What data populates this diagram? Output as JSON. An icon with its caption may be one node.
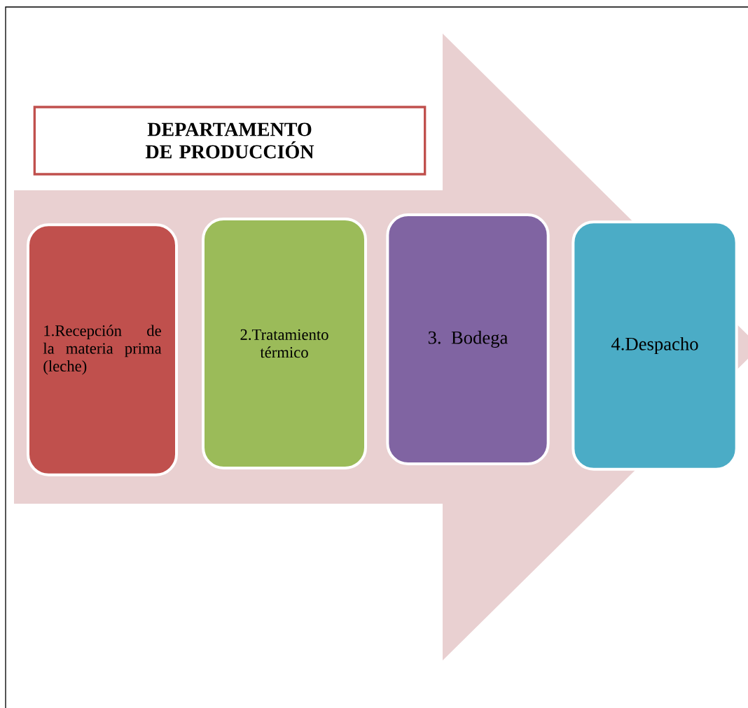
{
  "diagram": {
    "nodes": [
      {
        "text": [
          "DEPARTAMENTO DE PRODUCCIÓN"
        ]
      },
      {
        "text": [
          "1.Recepción de la materia prima (leche)"
        ]
      },
      {
        "text": [
          "2.Tratamiento térmico"
        ]
      },
      {
        "text": [
          "3. Bodega"
        ]
      },
      {
        "text": [
          "4.Despacho"
        ]
      }
    ]
  }
}
